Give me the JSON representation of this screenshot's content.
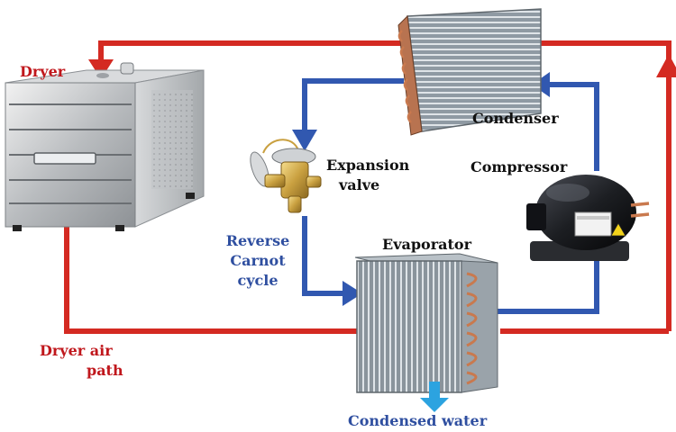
{
  "labels": {
    "dryer": "Dryer",
    "condenser": "Condenser",
    "expansion_valve_line1": "Expansion",
    "expansion_valve_line2": "valve",
    "compressor": "Compressor",
    "reverse_line1": "Reverse",
    "reverse_line2": "Carnot",
    "reverse_line3": "cycle",
    "evaporator": "Evaporator",
    "air_path_line1": "Dryer air",
    "air_path_line2": "path",
    "condensed_water": "Condensed water"
  },
  "colors": {
    "air_path": "#d42a22",
    "refrigerant": "#3158b0",
    "water": "#2ca3e0",
    "red_text": "#c0171c",
    "blue_text": "#2f4fa0"
  }
}
